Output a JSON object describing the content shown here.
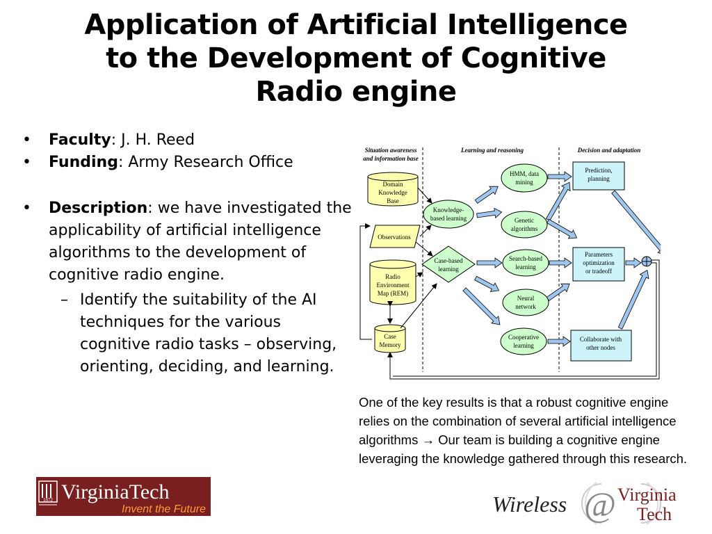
{
  "slide": {
    "title_lines": [
      "Application of Artificial Intelligence",
      "to the Development of Cognitive",
      "Radio engine"
    ],
    "bullets": [
      {
        "label": "Faculty",
        "text": ": J. H. Reed"
      },
      {
        "label": "Funding",
        "text": ": Army Research Office"
      },
      {
        "label": "Description",
        "text": ": we have investigated the applicability of artificial intelligence algorithms to the development of cognitive radio engine."
      }
    ],
    "sub_bullet": "Identify the suitability of the AI techniques for the various cognitive radio tasks – observing, orienting, deciding, and learning.",
    "caption": "One of the key results is that a robust cognitive engine relies on the combination of several artificial intelligence algorithms → Our team is building a cognitive engine leveraging the knowledge gathered through this research."
  },
  "diagram": {
    "headers": [
      "Situation awareness",
      "and information base",
      "Learning and reasoning",
      "Decision and adaptation"
    ],
    "domain_kb": [
      "Domain",
      "Knowledge",
      "Base"
    ],
    "observations": "Observations",
    "rem": [
      "Radio",
      "Environment",
      "Map (REM)"
    ],
    "case_memory": [
      "Case",
      "Memory"
    ],
    "kb_learning": [
      "Knowledge-",
      "based learning"
    ],
    "cb_learning": [
      "Case-based",
      "learning"
    ],
    "hmm": [
      "HMM, data",
      "mining"
    ],
    "genetic": [
      "Genetic",
      "algorithms"
    ],
    "search": [
      "Search-based",
      "learning"
    ],
    "neural": [
      "Neural",
      "network"
    ],
    "cooperative": [
      "Cooperative",
      "learning"
    ],
    "prediction": [
      "Prediction,",
      "planning"
    ],
    "parameters": [
      "Parameters",
      "optimization",
      "or tradeoff"
    ],
    "collaborate": [
      "Collaborate with",
      "other nodes"
    ]
  },
  "logos": {
    "vt_name": "VirginiaTech",
    "vt_tagline": "Invent the Future",
    "vt_year": "1872",
    "wireless": "Wireless",
    "at": "@",
    "virginia": "Virginia",
    "tech": "Tech"
  },
  "colors": {
    "cylinder": "#ffffb0",
    "diamond": "#ccffcc",
    "oval": "#ccffcc",
    "box": "#ccf4fa",
    "arrow": "#9ec6ee",
    "vt_maroon": "#7a1f1f",
    "vt_orange": "#ff9c33"
  }
}
